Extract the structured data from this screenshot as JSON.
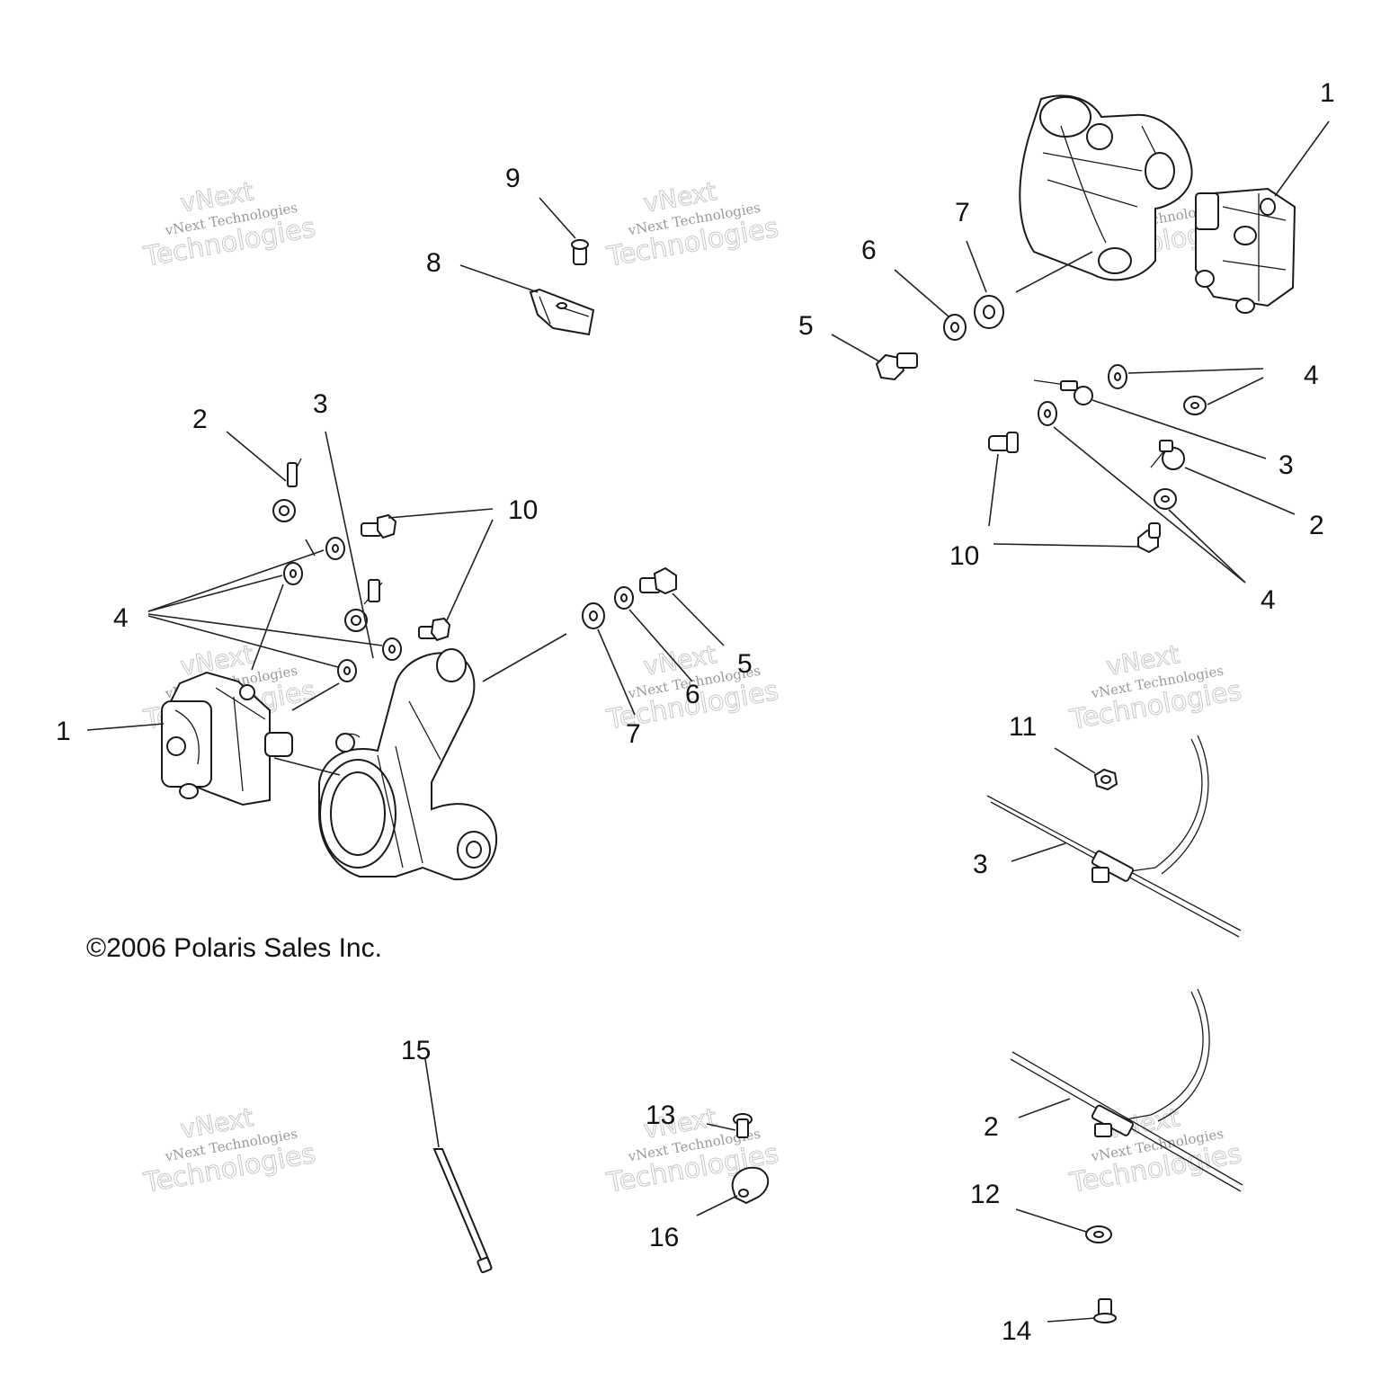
{
  "copyright": "©2006 Polaris Sales Inc.",
  "watermark": {
    "small": "vNext Technologies",
    "large_top": "vNext",
    "large_bottom": "Technologies"
  },
  "callouts": {
    "left_1": "1",
    "left_2": "2",
    "left_3": "3",
    "left_4": "4",
    "left_5": "5",
    "left_6": "6",
    "left_7": "7",
    "left_10": "10",
    "top_8": "8",
    "top_9": "9",
    "right_1": "1",
    "right_2": "2",
    "right_3": "3",
    "right_4a": "4",
    "right_4b": "4",
    "right_5": "5",
    "right_6": "6",
    "right_7": "7",
    "right_10": "10",
    "line_11": "11",
    "line_3": "3",
    "line_2": "2",
    "line_12": "12",
    "line_14": "14",
    "bottom_13": "13",
    "bottom_15": "15",
    "bottom_16": "16"
  }
}
